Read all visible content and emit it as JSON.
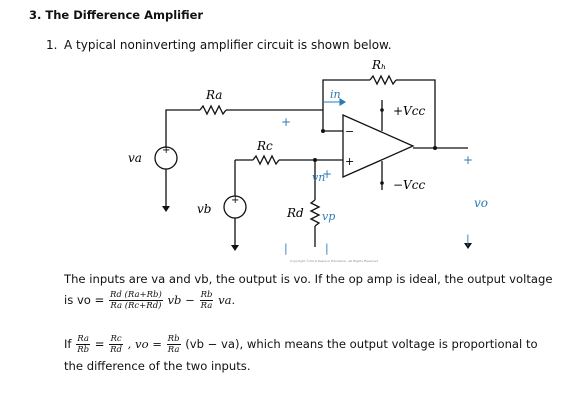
{
  "section": {
    "title": "3. The Difference Amplifier"
  },
  "question": {
    "number": "1.",
    "text": "A typical noninverting amplifier circuit is shown below."
  },
  "circuit": {
    "labels": {
      "rb": "Rₕ",
      "ra": "Ra",
      "rc": "Rc",
      "rd": "Rd",
      "in": "in",
      "vn": "vn",
      "vp": "vp",
      "va": "va",
      "vb": "vb",
      "vo": "vo",
      "plus_vcc": "+Vcc",
      "minus_vcc": "−Vcc",
      "plus": "+",
      "minus": "−",
      "bar": "|"
    },
    "copyright": "Copyright ©2014 Pearson Education, All Rights Reserved"
  },
  "paragraph1": {
    "line1": "The inputs are va and vb, the output is vo. If the op amp is ideal, the output voltage",
    "is_vo": "is  vo =",
    "f1_num": "Rd (Ra+Rb)",
    "f1_den": "Ra (Rc+Rd)",
    "vb": "vb −",
    "f2_num": "Rb",
    "f2_den": "Ra",
    "va": "va."
  },
  "paragraph2": {
    "if": "If",
    "fa_num": "Ra",
    "fa_den": "Rb",
    "eq": "=",
    "fb_num": "Rc",
    "fb_den": "Rd",
    "mid": ",  vo =",
    "fc_num": "Rb",
    "fc_den": "Ra",
    "rest": "(vb − va), which means the output voltage is proportional to",
    "line2": "the difference of the two inputs."
  }
}
